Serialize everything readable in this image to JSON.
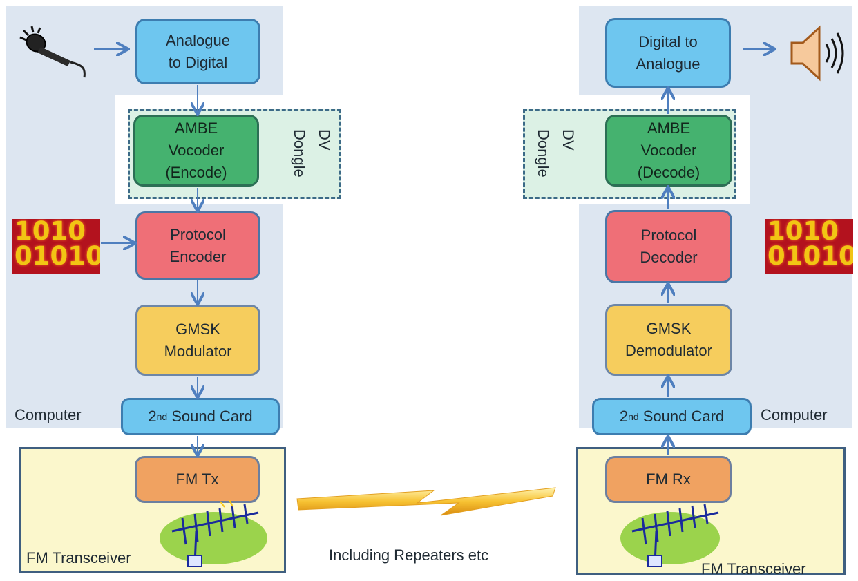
{
  "colors": {
    "computer_bg": "#dde6f1",
    "fm_bg": "#fbf7cc",
    "arrow": "#4f7fbf",
    "box_blue": "#6ec6ef",
    "box_green": "#45b26f",
    "box_red": "#ef6f77",
    "box_yellow": "#f6cd5d",
    "box_orange": "#f0a261"
  },
  "icons": [
    "microphone-icon",
    "speaker-icon",
    "binary-data-icon",
    "yagi-antenna-icon",
    "lightning-bolt-icon"
  ],
  "left": {
    "analogue_to_digital": "Analogue\nto Digital",
    "vocoder": "AMBE\nVocoder\n(Encode)",
    "dongle": "DV\nDongle",
    "protocol": "Protocol\nEncoder",
    "modem": "GMSK\nModulator",
    "sound_card_prefix": "2",
    "sound_card_sup": "nd",
    "sound_card_suffix": " Sound Card",
    "computer_label": "Computer",
    "radio": "FM Tx",
    "transceiver_label": "FM Transceiver",
    "binary": "1010\n01010"
  },
  "right": {
    "digital_to_analogue": "Digital to\nAnalogue",
    "vocoder": "AMBE\nVocoder\n(Decode)",
    "dongle": "DV\nDongle",
    "protocol": "Protocol\nDecoder",
    "modem": "GMSK\nDemodulator",
    "sound_card_prefix": "2",
    "sound_card_sup": "nd",
    "sound_card_suffix": " Sound Card",
    "computer_label": "Computer",
    "radio": "FM Rx",
    "transceiver_label": "FM Transceiver",
    "binary": "1010\n01010"
  },
  "link_label": "Including Repeaters etc"
}
